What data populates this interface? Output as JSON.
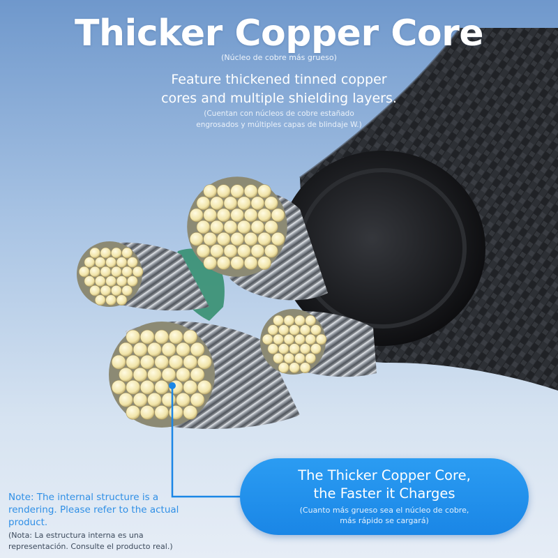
{
  "header": {
    "title": "Thicker Copper Core",
    "title_es": "(Núcleo de cobre más grueso)",
    "feature_en": [
      "Feature thickened tinned copper",
      "cores and multiple shielding layers."
    ],
    "feature_es": [
      "(Cuentan con núcleos de cobre estañado",
      "engrosados y múltiples capas de blindaje W.)"
    ]
  },
  "callout": {
    "en": [
      "The Thicker Copper Core,",
      "the Faster it Charges"
    ],
    "es": [
      "(Cuanto más grueso sea el núcleo de cobre,",
      "más rápido se cargará)"
    ]
  },
  "note": {
    "en": "Note: The internal structure is a rendering. Please refer to the actual product.",
    "es": "(Nota: La estructura interna es una representación. Consulte el producto real.)"
  },
  "colors": {
    "accent": "#1a86e6",
    "note_text": "#2f8fe6",
    "cable": "#1b1c1f",
    "copper": "#f2e8b4"
  }
}
